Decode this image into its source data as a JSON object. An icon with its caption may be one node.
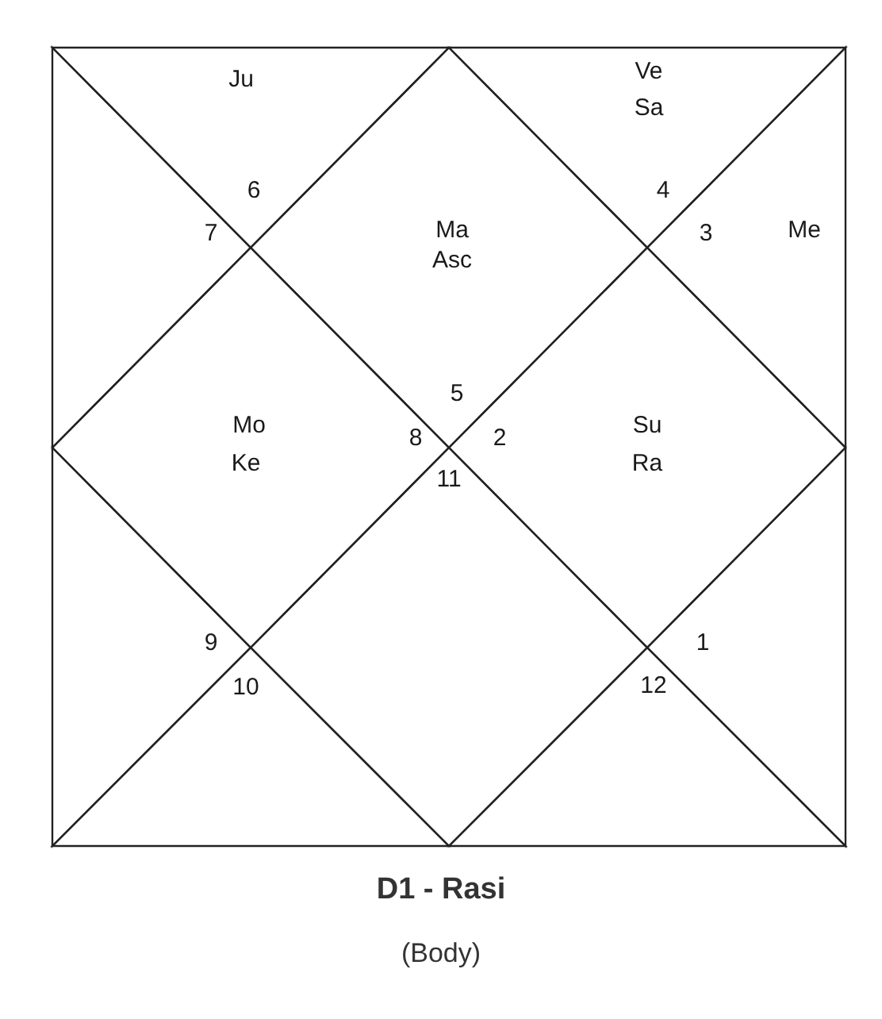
{
  "diagram": {
    "title": "D1 - Rasi",
    "caption": "(Body)",
    "nodes": [
      {
        "text": [
          "Ju",
          "6"
        ]
      },
      {
        "text": [
          "Ma",
          "Asc",
          "5"
        ]
      },
      {
        "text": [
          "Ve",
          "Sa",
          "4"
        ]
      },
      {
        "text": [
          "7"
        ]
      },
      {
        "text": [
          "3",
          "Me"
        ]
      },
      {
        "text": [
          "Mo",
          "Ke",
          "8"
        ]
      },
      {
        "text": [
          "Su",
          "Ra",
          "2"
        ]
      },
      {
        "text": [
          "9"
        ]
      },
      {
        "text": [
          "1"
        ]
      },
      {
        "text": [
          "10"
        ]
      },
      {
        "text": [
          "11"
        ]
      },
      {
        "text": [
          "12"
        ]
      }
    ],
    "edges": []
  }
}
